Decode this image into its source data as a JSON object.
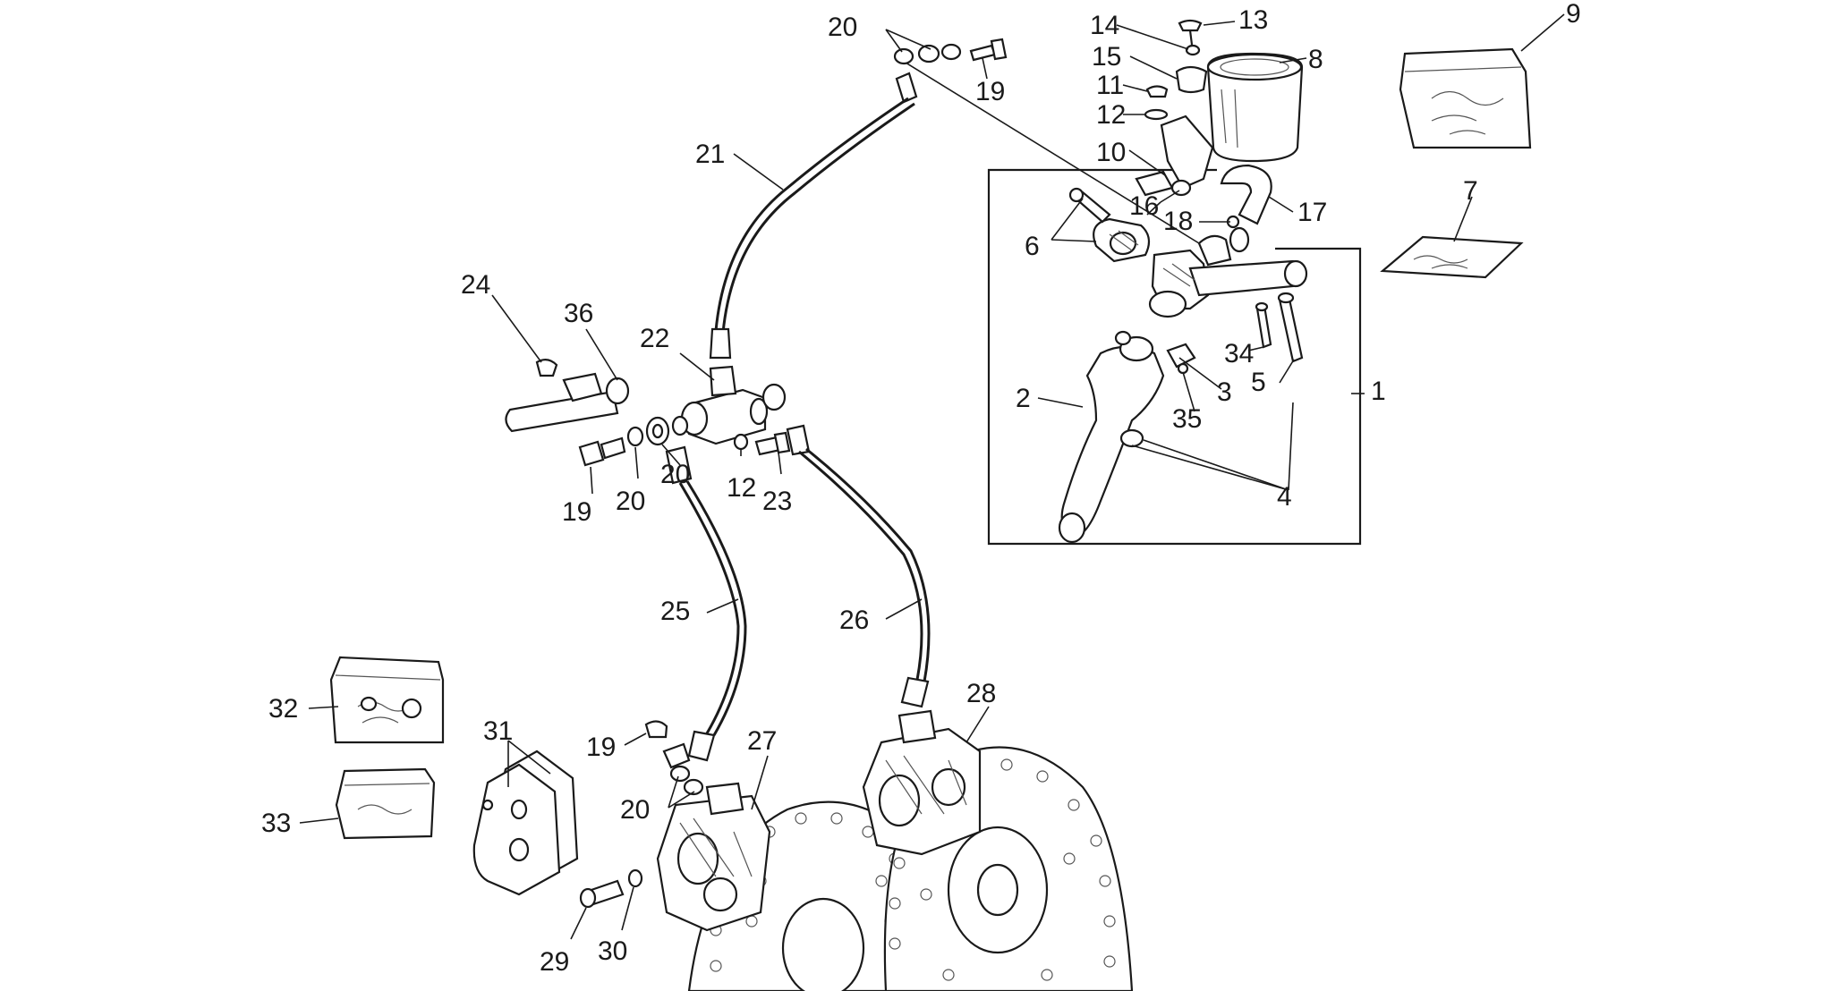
{
  "labels": {
    "l1": "1",
    "l2": "2",
    "l3": "3",
    "l4": "4",
    "l5": "5",
    "l6": "6",
    "l7": "7",
    "l8": "8",
    "l9": "9",
    "l10": "10",
    "l11": "11",
    "l12a": "12",
    "l12b": "12",
    "l13": "13",
    "l14": "14",
    "l15": "15",
    "l16": "16",
    "l17": "17",
    "l18": "18",
    "l19a": "19",
    "l19b": "19",
    "l19c": "19",
    "l20a": "20",
    "l20b": "20",
    "l20c": "20",
    "l20d": "20",
    "l21": "21",
    "l22": "22",
    "l23": "23",
    "l24": "24",
    "l25": "25",
    "l26": "26",
    "l27": "27",
    "l28": "28",
    "l29": "29",
    "l30": "30",
    "l31": "31",
    "l32": "32",
    "l33": "33",
    "l34": "34",
    "l35": "35",
    "l36": "36"
  },
  "colors": {
    "ink": "#1a1a1a",
    "paper": "#ffffff"
  }
}
